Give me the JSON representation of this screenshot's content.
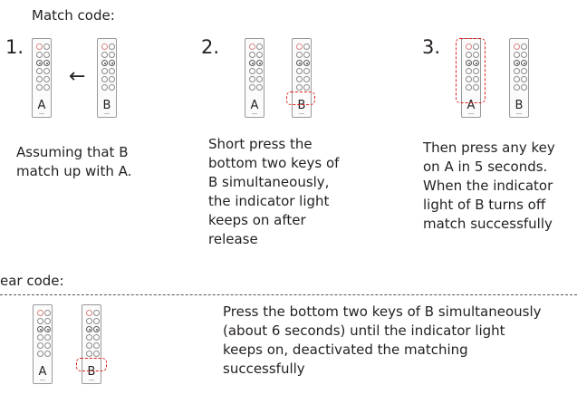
{
  "match_title": "Match code:",
  "steps": [
    {
      "number": "1.",
      "description": [
        "Assuming that B",
        "match up with A."
      ]
    },
    {
      "number": "2.",
      "description": [
        "Short press the",
        "bottom two keys of",
        "B simultaneously,",
        "the indicator light",
        "keeps on after",
        "release"
      ]
    },
    {
      "number": "3.",
      "description": [
        "Then press any key",
        "on A in 5 seconds.",
        "When the indicator",
        "light of B turns off",
        "match successfully"
      ]
    }
  ],
  "clear_title": "ear code:",
  "clear_description": [
    "Press the bottom two keys of B simultaneously",
    "(about 6 seconds) until the indicator light",
    "keeps on, deactivated the matching",
    "successfully"
  ],
  "remote_labels": {
    "a": "A",
    "b": "B"
  },
  "arrow_glyph": "←",
  "colors": {
    "highlight": "#e02020",
    "text": "#231f20",
    "outline": "#9a9a9a"
  }
}
